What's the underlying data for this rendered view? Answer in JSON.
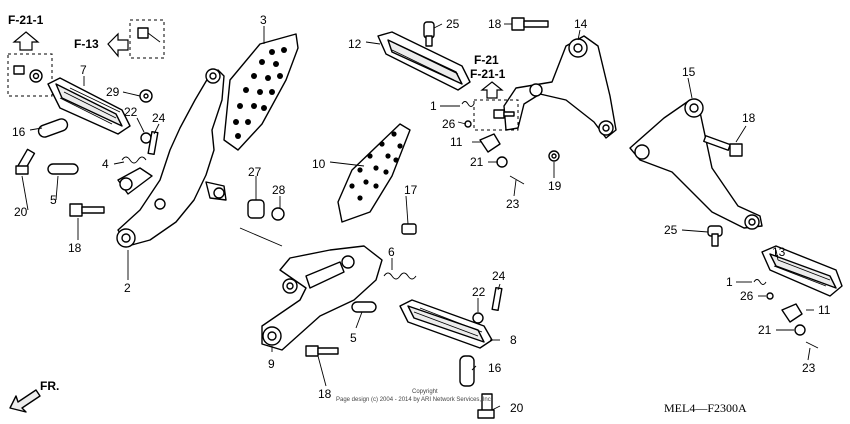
{
  "refs": {
    "f21_1_top": "F-21-1",
    "f13": "F-13",
    "f21": "F-21",
    "f21_1_mid": "F-21-1"
  },
  "front_label": "FR.",
  "diagram_code": "MEL4—F2300A",
  "copyright_line1": "Copyright",
  "copyright_line2": "Page design (c) 2004 - 2014 by ARI Network Services, Inc.",
  "callouts": {
    "c1a": "1",
    "c1b": "1",
    "c2": "2",
    "c3": "3",
    "c4": "4",
    "c5a": "5",
    "c5b": "5",
    "c6": "6",
    "c7": "7",
    "c8": "8",
    "c9": "9",
    "c10": "10",
    "c11a": "11",
    "c11b": "11",
    "c12": "12",
    "c13": "13",
    "c14": "14",
    "c15": "15",
    "c16a": "16",
    "c16b": "16",
    "c17": "17",
    "c18a": "18",
    "c18b": "18",
    "c18c": "18",
    "c18d": "18",
    "c19": "19",
    "c20a": "20",
    "c20b": "20",
    "c21a": "21",
    "c21b": "21",
    "c22a": "22",
    "c22b": "22",
    "c23a": "23",
    "c23b": "23",
    "c24a": "24",
    "c24b": "24",
    "c25a": "25",
    "c25b": "25",
    "c26a": "26",
    "c26b": "26",
    "c27": "27",
    "c28": "28",
    "c29": "29"
  }
}
